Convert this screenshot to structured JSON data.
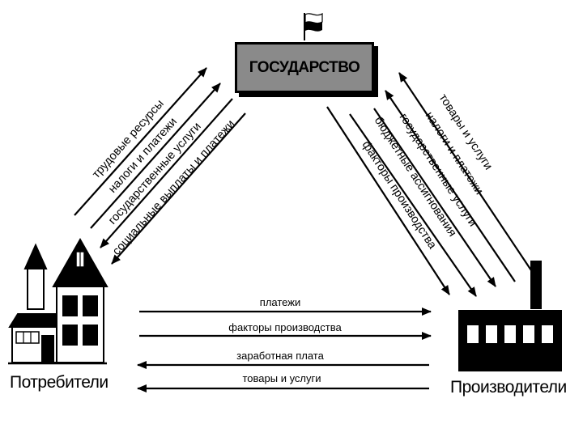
{
  "government": {
    "label": "ГОСУДАРСТВО"
  },
  "consumers": {
    "label": "Потребители"
  },
  "producers": {
    "label": "Производители"
  },
  "left_flows": {
    "labor_resources": "трудовые ресурсы",
    "taxes_payments": "налоги и платежи",
    "state_services": "государственные услуги",
    "social_payments": "социальные выплаты и платежи"
  },
  "right_flows": {
    "goods_services": "товары и услуги",
    "taxes_payments": "налоги и платежи",
    "state_services": "государственные услуги",
    "budget_allocations": "бюджетные ассигнования",
    "production_factors": "факторы производства"
  },
  "bottom_flows": {
    "payments": "платежи",
    "production_factors": "факторы производства",
    "wages": "заработная плата",
    "goods_services": "товары и услуги"
  },
  "colors": {
    "box_fill": "#8a8a8a",
    "ink": "#000000",
    "window_white": "#ffffff"
  }
}
